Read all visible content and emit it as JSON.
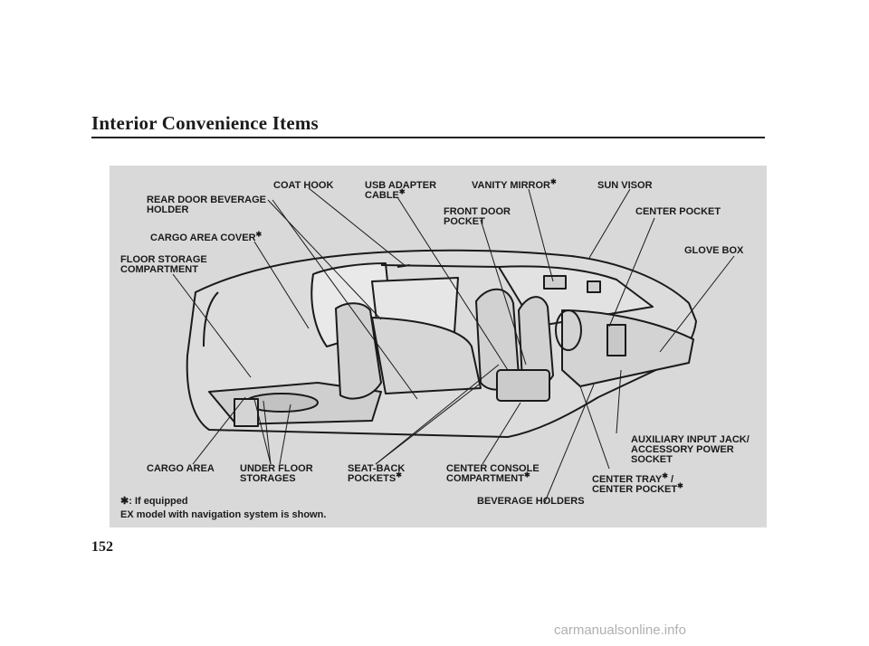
{
  "page": {
    "title": "Interior Convenience Items",
    "page_number": "152",
    "watermark": "carmanualsonline.info"
  },
  "labels": {
    "coat_hook": "COAT HOOK",
    "usb_adapter_1": "USB ADAPTER",
    "usb_adapter_2": "CABLE",
    "vanity_mirror": "VANITY MIRROR",
    "sun_visor": "SUN VISOR",
    "rear_door_1": "REAR DOOR BEVERAGE",
    "rear_door_2": "HOLDER",
    "front_door_1": "FRONT DOOR",
    "front_door_2": "POCKET",
    "center_pocket": "CENTER POCKET",
    "cargo_cover": "CARGO AREA COVER",
    "glove_box": "GLOVE BOX",
    "floor_storage_1": "FLOOR STORAGE",
    "floor_storage_2": "COMPARTMENT",
    "aux_1": "AUXILIARY INPUT JACK/",
    "aux_2": "ACCESSORY POWER",
    "aux_3": "SOCKET",
    "cargo_area": "CARGO AREA",
    "under_floor_1": "UNDER FLOOR",
    "under_floor_2": "STORAGES",
    "seat_back_1": "SEAT-BACK",
    "seat_back_2": "POCKETS",
    "console_1": "CENTER CONSOLE",
    "console_2": "COMPARTMENT",
    "tray_1": "CENTER TRAY",
    "tray_2": "CENTER POCKET",
    "beverage_holders": "BEVERAGE HOLDERS"
  },
  "footnote": {
    "symbol": "✱",
    "if_equipped": ":  If equipped",
    "model_note": "EX model with navigation system is shown."
  }
}
